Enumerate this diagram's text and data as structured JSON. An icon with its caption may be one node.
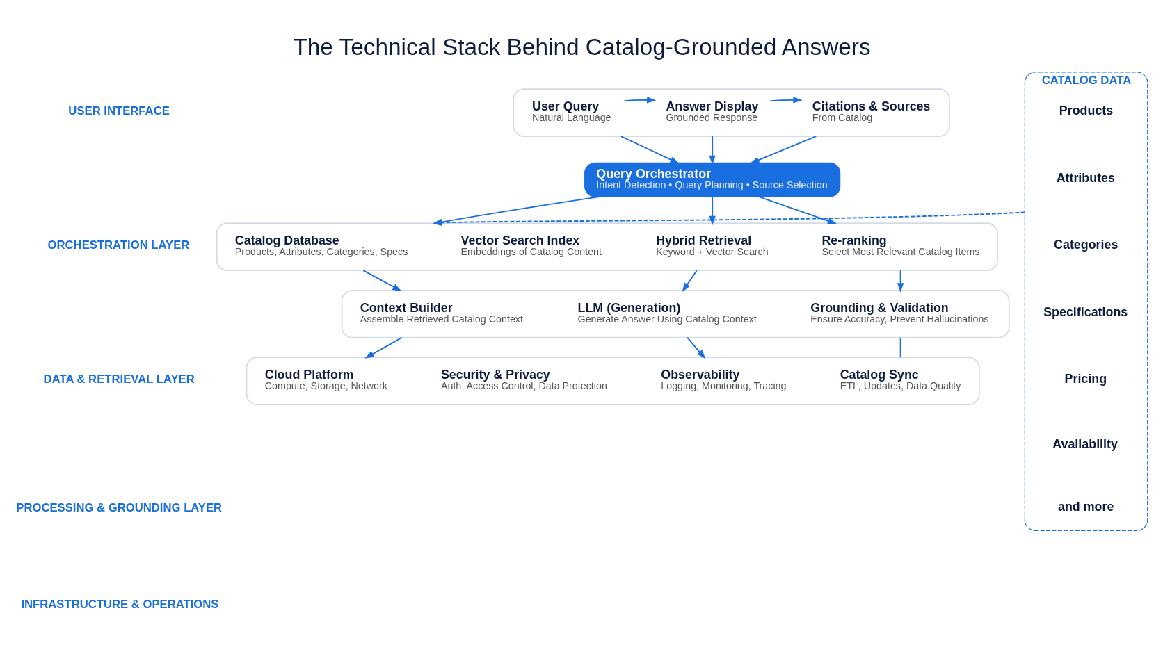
{
  "diagram": {
    "title": "The Technical Stack Behind Catalog-Grounded Answers",
    "nodes": [
      {
        "text": [],
        "shape": "box"
      },
      {
        "text": [
          "User Query",
          "Natural Language"
        ],
        "in": 0
      },
      {
        "text": [
          "Answer Display",
          "Grounded Response"
        ],
        "in": 0
      },
      {
        "text": [
          "Citations & Sources",
          "From Catalog"
        ],
        "in": 0
      },
      {
        "text": [
          "Query Orchestrator",
          "Intent Detection • Query Planning • Source Selection"
        ]
      },
      {
        "text": [],
        "shape": "box"
      },
      {
        "text": [
          "Catalog Database",
          "Products, Attributes, Categories, Specs"
        ],
        "in": 5
      },
      {
        "text": [
          "Vector Search Index",
          "Embeddings of Catalog Content"
        ],
        "in": 5
      },
      {
        "text": [
          "Hybrid Retrieval",
          "Keyword + Vector Search"
        ],
        "in": 5
      },
      {
        "text": [
          "Re-ranking",
          "Select Most Relevant Catalog Items"
        ],
        "in": 5
      },
      {
        "text": [],
        "shape": "box"
      },
      {
        "text": [
          "Context Builder",
          "Assemble Retrieved Catalog Context"
        ],
        "in": 10
      },
      {
        "text": [
          "LLM (Generation)",
          "Generate Answer Using Catalog Context"
        ],
        "in": 10
      },
      {
        "text": [
          "Grounding & Validation",
          "Ensure Accuracy, Prevent Hallucinations"
        ],
        "in": 10
      },
      {
        "text": [],
        "shape": "box"
      },
      {
        "text": [
          "Cloud Platform",
          "Compute, Storage, Network"
        ],
        "in": 14
      },
      {
        "text": [
          "Security & Privacy",
          "Auth, Access Control, Data Protection"
        ],
        "in": 14
      },
      {
        "text": [
          "Observability",
          "Logging, Monitoring, Tracing"
        ],
        "in": 14
      },
      {
        "text": [
          "Catalog Sync",
          "ETL, Updates, Data Quality"
        ],
        "in": 14
      },
      {
        "text": [
          "CATALOG DATA"
        ]
      },
      {
        "text": [
          "Products"
        ],
        "in": 19
      },
      {
        "text": [
          "Attributes"
        ],
        "in": 19
      },
      {
        "text": [
          "Categories"
        ],
        "in": 19
      },
      {
        "text": [
          "Specifications"
        ],
        "in": 19
      },
      {
        "text": [
          "Pricing"
        ],
        "in": 19
      },
      {
        "text": [
          "Availability"
        ],
        "in": 19
      },
      {
        "text": [
          "and more"
        ],
        "in": 19
      }
    ],
    "edges": [
      {
        "from": 1,
        "to": 2,
        "arrow": "to"
      },
      {
        "from": 2,
        "to": 3,
        "arrow": "to"
      },
      {
        "from": 0,
        "to": 4,
        "arrow": "to"
      },
      {
        "from": 0,
        "to": 4,
        "arrow": "to"
      },
      {
        "from": 0,
        "to": 4,
        "arrow": "to"
      },
      {
        "from": 4,
        "to": 5,
        "arrow": "to"
      },
      {
        "from": 4,
        "to": 5,
        "arrow": "to"
      },
      {
        "from": 4,
        "to": 5,
        "arrow": "to"
      },
      {
        "from": 5,
        "to": 10,
        "arrow": "to"
      },
      {
        "from": 5,
        "to": 10,
        "arrow": "to"
      },
      {
        "from": 5,
        "to": 10,
        "arrow": "to"
      },
      {
        "from": 10,
        "to": 14,
        "arrow": "to"
      },
      {
        "from": 10,
        "to": 14,
        "arrow": "to"
      },
      {
        "from": 10,
        "to": 14,
        "arrow": "none"
      },
      {
        "from": 19,
        "to": 5,
        "arrow": "to",
        "style": "dashed"
      }
    ],
    "labels": [
      "USER INTERFACE",
      "ORCHESTRATION LAYER",
      "DATA & RETRIEVAL LAYER",
      "PROCESSING & GROUNDING LAYER",
      "INFRASTRUCTURE & OPERATIONS"
    ]
  }
}
